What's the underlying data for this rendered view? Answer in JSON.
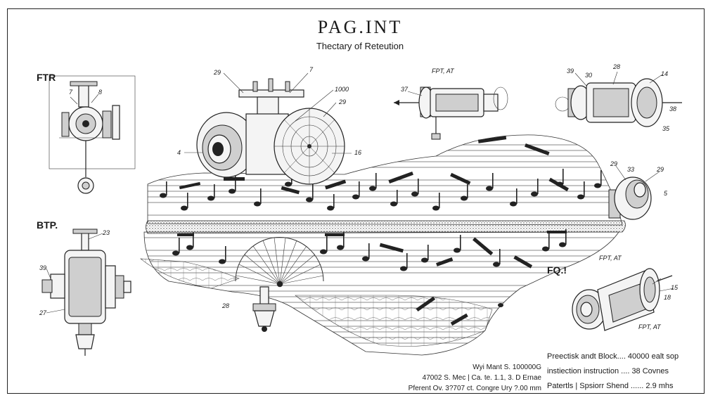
{
  "header": {
    "title": "PAG.INT",
    "subtitle": "Thectary of Reteution"
  },
  "figure_labels": {
    "ftr": "FTR",
    "btp": "BTP.",
    "fq": "FQ.!"
  },
  "callouts": {
    "c_29a": "29",
    "c_7a": "7",
    "c_7b": "7",
    "c_8": "8",
    "c_1000": "1000",
    "c_29b": "29",
    "c_4": "4",
    "c_16": "16",
    "c_fpt1": "FPT, AT",
    "c_37": "37",
    "c_39a": "39",
    "c_30": "30",
    "c_28": "28",
    "c_14": "14",
    "c_38a": "38",
    "c_35": "35",
    "c_29c": "29",
    "c_33": "33",
    "c_29d": "29",
    "c_5": "5",
    "c_23": "23",
    "c_39b": "39",
    "c_27": "27",
    "c_28b": "28",
    "c_fpt2": "FPT, AT",
    "c_fpt3": "FPT, AT",
    "c_18": "18",
    "c_15": "15"
  },
  "notes": {
    "left_lines": [
      "Wyi Mant S. 100000G",
      "47002 S. Mec | Ca. te. 1.1, 3. D Ernae",
      "Pferent Ov. 3?707 ct. Congre Ury ?.00 mm"
    ],
    "right_lines": [
      "Preectisk andt Block.... 40000 ealt sop",
      "instiection instruction .... 38 Covnes",
      "Patertls | Spsiorr Shend ...... 2.9 mhs"
    ]
  }
}
